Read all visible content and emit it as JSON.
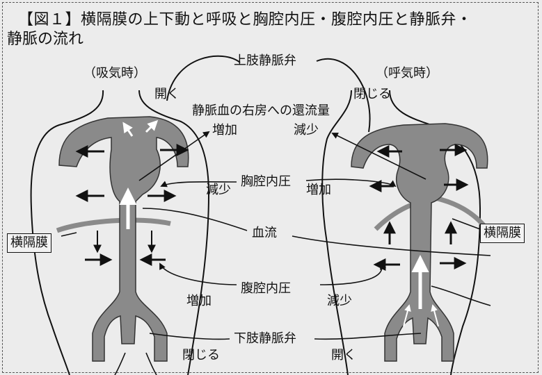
{
  "figure": {
    "title_line1": "【図１】横隔膜の上下動と呼吸と胸腔内圧・腹腔内圧と静脈弁・",
    "title_line2": "静脈の流れ"
  },
  "labels": {
    "upper_limb_valve": "上肢静脈弁",
    "inhale": "（吸気時）",
    "exhale": "（呼気時）",
    "open_top": "開く",
    "close_top": "閉じる",
    "venous_return": "静脈血の右房への還流量",
    "increase_return": "増加",
    "decrease_return": "減少",
    "thoracic_pressure": "胸腔内圧",
    "thoracic_decrease": "減少",
    "thoracic_increase": "増加",
    "diaphragm_left": "横隔膜",
    "diaphragm_right": "横隔膜",
    "blood_flow": "血流",
    "abdominal_pressure": "腹腔内圧",
    "abdominal_increase": "増加",
    "abdominal_decrease": "減少",
    "lower_limb_valve": "下肢静脈弁",
    "close_bottom": "閉じる",
    "open_bottom": "開く"
  },
  "colors": {
    "vein_fill": "#8a8a8a",
    "background": "#ececec",
    "ink": "#111111"
  }
}
